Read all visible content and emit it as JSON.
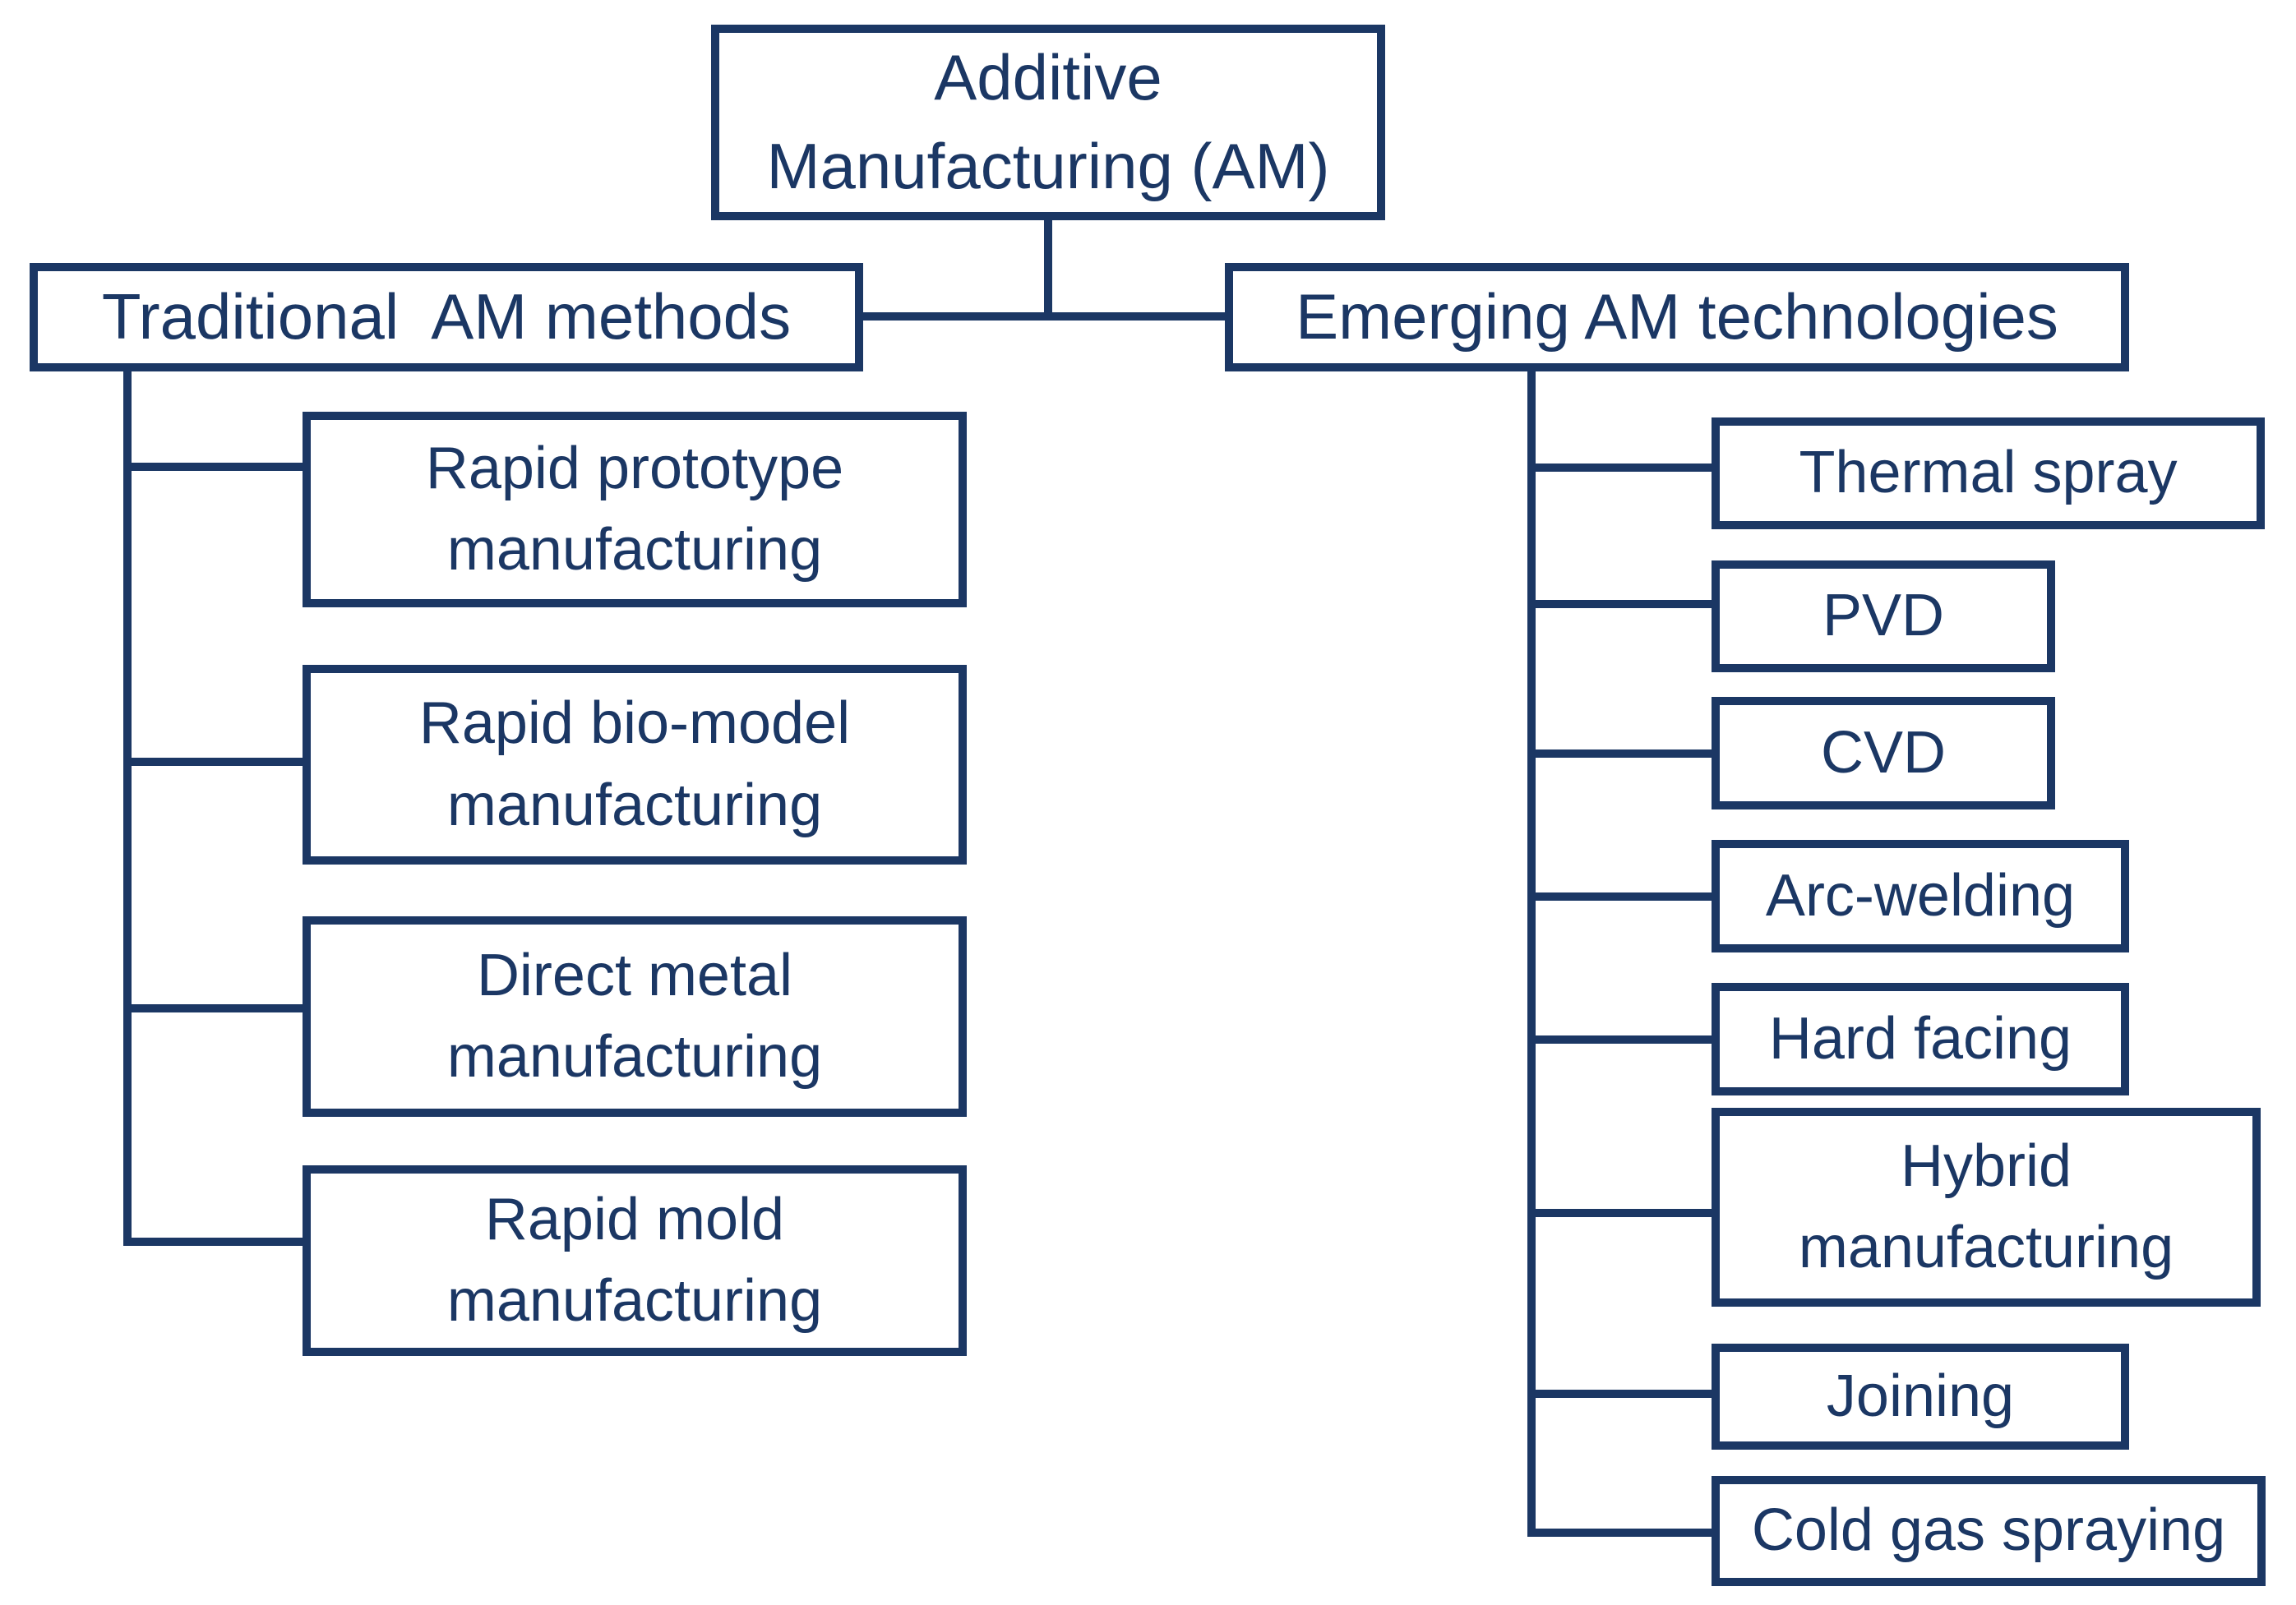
{
  "colors": {
    "line": "#1B3764",
    "text": "#1B3764",
    "background": "#FFFFFF"
  },
  "root": {
    "label": "Additive\nManufacturing (AM)"
  },
  "branches": [
    {
      "label": "Traditional  AM methods",
      "children": [
        {
          "label": "Rapid prototype\nmanufacturing"
        },
        {
          "label": "Rapid bio-model\nmanufacturing"
        },
        {
          "label": "Direct metal\nmanufacturing"
        },
        {
          "label": "Rapid mold\nmanufacturing"
        }
      ]
    },
    {
      "label": "Emerging AM technologies",
      "children": [
        {
          "label": "Thermal spray"
        },
        {
          "label": "PVD"
        },
        {
          "label": "CVD"
        },
        {
          "label": "Arc-welding"
        },
        {
          "label": "Hard facing"
        },
        {
          "label": "Hybrid\nmanufacturing"
        },
        {
          "label": "Joining"
        },
        {
          "label": "Cold gas spraying"
        }
      ]
    }
  ]
}
